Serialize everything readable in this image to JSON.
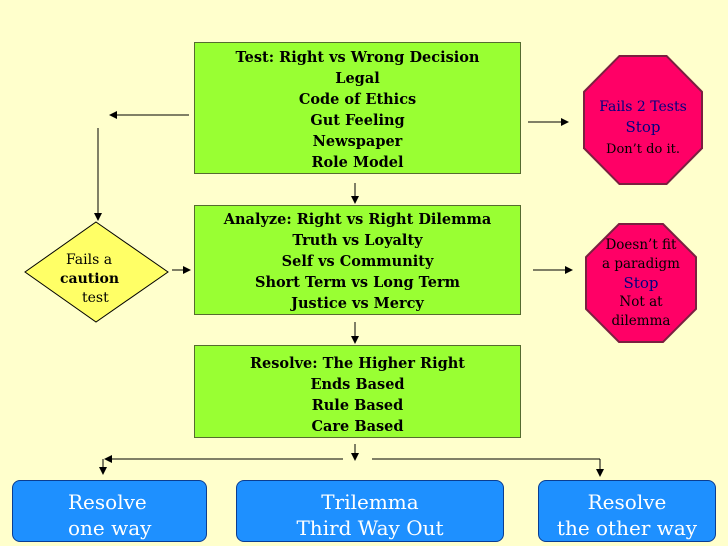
{
  "test_box": {
    "lines": [
      "Test:  Right vs Wrong Decision",
      "Legal",
      "Code of Ethics",
      "Gut Feeling",
      "Newspaper",
      "Role Model"
    ]
  },
  "analyze_box": {
    "lines": [
      "Analyze: Right vs Right Dilemma",
      "Truth vs Loyalty",
      "Self vs Community",
      "Short Term vs Long Term",
      "Justice vs Mercy"
    ]
  },
  "resolve_box": {
    "lines": [
      "Resolve: The Higher Right",
      "Ends Based",
      "Rule Based",
      "Care Based"
    ]
  },
  "stop_sign_1": {
    "lines": [
      "Fails 2 Tests",
      "Stop",
      "Don’t do it."
    ]
  },
  "stop_sign_2": {
    "lines": [
      "Doesn’t fit",
      "a paradigm",
      "Stop",
      "Not at",
      "dilemma"
    ]
  },
  "caution_diamond": {
    "line1": "Fails a",
    "line2": "caution",
    "line3": "test"
  },
  "outcomes": {
    "left": [
      "Resolve",
      "one way"
    ],
    "middle": [
      "Trilemma",
      "Third Way Out"
    ],
    "right": [
      "Resolve",
      "the other way"
    ]
  },
  "colors": {
    "background": "#ffffcc",
    "green_box": "#99ff33",
    "stop_sign": "#ff0066",
    "caution": "#ffff66",
    "outcome_box": "#1e90ff"
  }
}
